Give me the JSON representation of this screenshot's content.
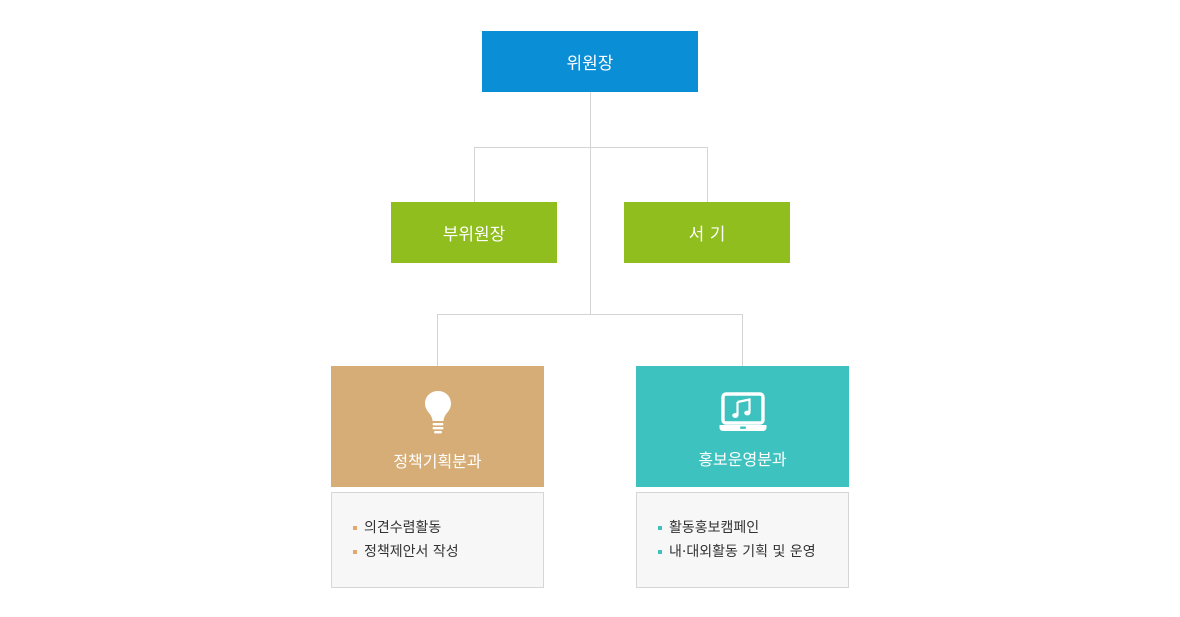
{
  "org": {
    "chair": {
      "label": "위원장"
    },
    "vice_chair": {
      "label": "부위원장"
    },
    "secretary": {
      "label": "서 기"
    },
    "divisions": [
      {
        "label": "정책기획분과",
        "icon": "lightbulb-icon",
        "color": "#d6ad76",
        "tasks": [
          "의견수렴활동",
          "정책제안서 작성"
        ]
      },
      {
        "label": "홍보운영분과",
        "icon": "laptop-music-icon",
        "color": "#3dc2bf",
        "tasks": [
          "활동홍보캠페인",
          "내·대외활동 기획 및 운영"
        ]
      }
    ]
  },
  "colors": {
    "chair": "#0a8fd6",
    "mid_level": "#8fbe1e",
    "connector": "#d4d4d4"
  }
}
